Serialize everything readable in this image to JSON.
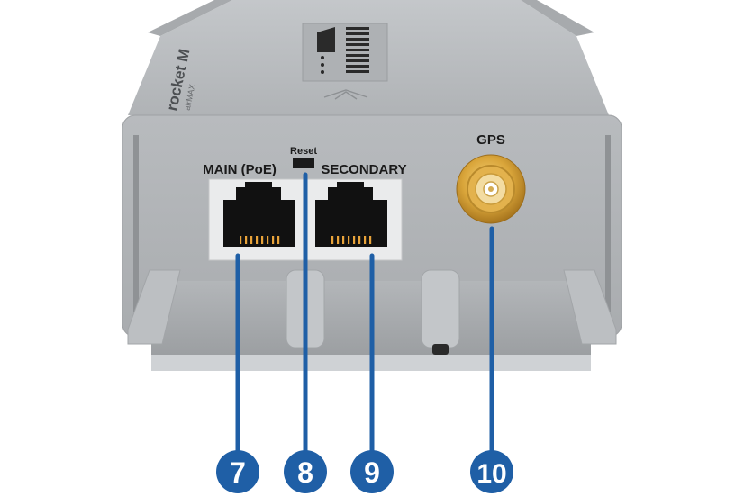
{
  "device": {
    "brand_mark": "rocket M",
    "brand_sub": "airMAX"
  },
  "ports": {
    "main_label": "MAIN (PoE)",
    "secondary_label": "SECONDARY",
    "reset_label": "Reset",
    "gps_label": "GPS"
  },
  "callouts": [
    {
      "number": "7"
    },
    {
      "number": "8"
    },
    {
      "number": "9"
    },
    {
      "number": "10"
    }
  ],
  "colors": {
    "callout_blue": "#1f5fa6",
    "housing": "#b9bcbf",
    "connector_gold": "#d9a53a"
  }
}
